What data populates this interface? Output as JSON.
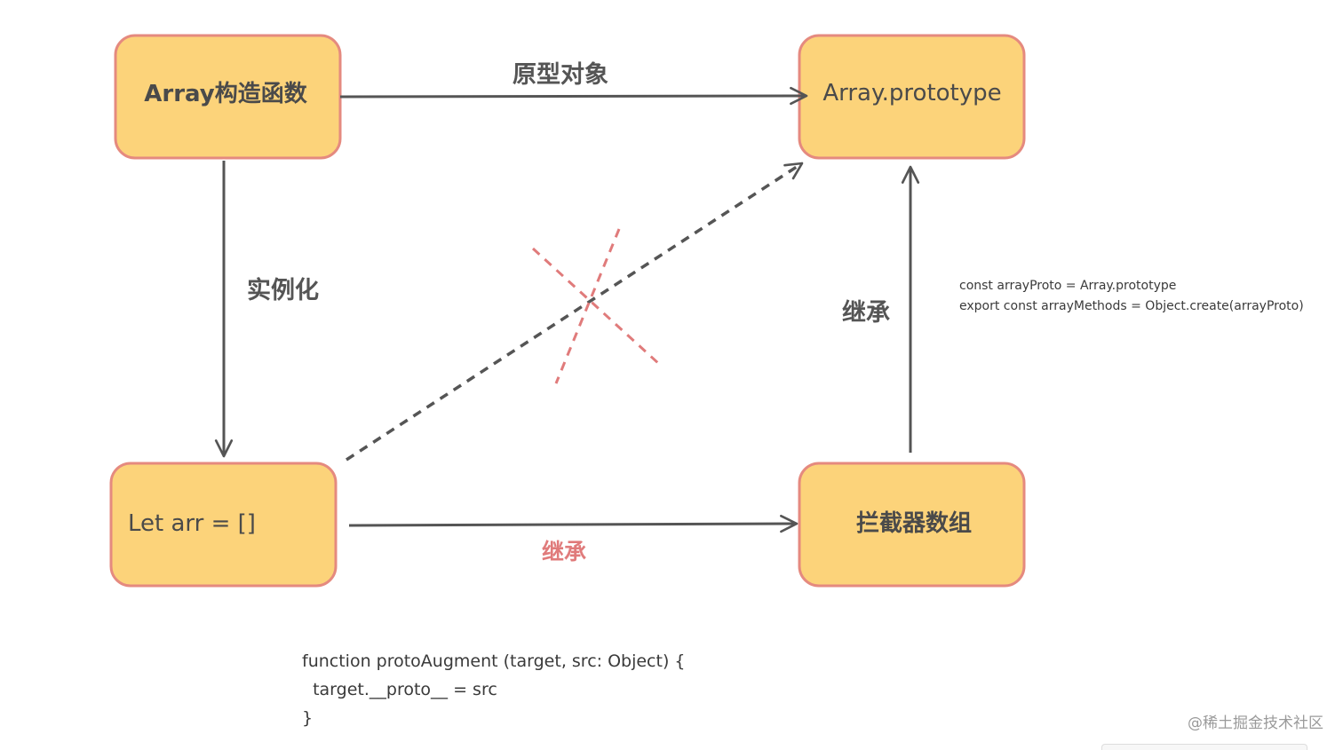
{
  "nodes": {
    "array_constructor": "Array构造函数",
    "array_prototype": "Array.prototype",
    "let_arr": "Let arr = []",
    "interceptor_array": "拦截器数组"
  },
  "edges": {
    "prototype_object": "原型对象",
    "instantiate": "实例化",
    "inherit_right": "继承",
    "inherit_bottom": "继承"
  },
  "code_top": [
    "const arrayProto = Array.prototype",
    "export const arrayMethods = Object.create(arrayProto)"
  ],
  "code_bottom": [
    "function protoAugment (target, src: Object) {",
    "  target.__proto__ = src",
    "}"
  ],
  "watermark": "@稀土掘金技术社区",
  "colors": {
    "node_fill": "#fcd37a",
    "node_stroke": "#e58a7f",
    "edge": "#555555",
    "cross": "#e07b7b",
    "red_label": "#e07b7b"
  }
}
